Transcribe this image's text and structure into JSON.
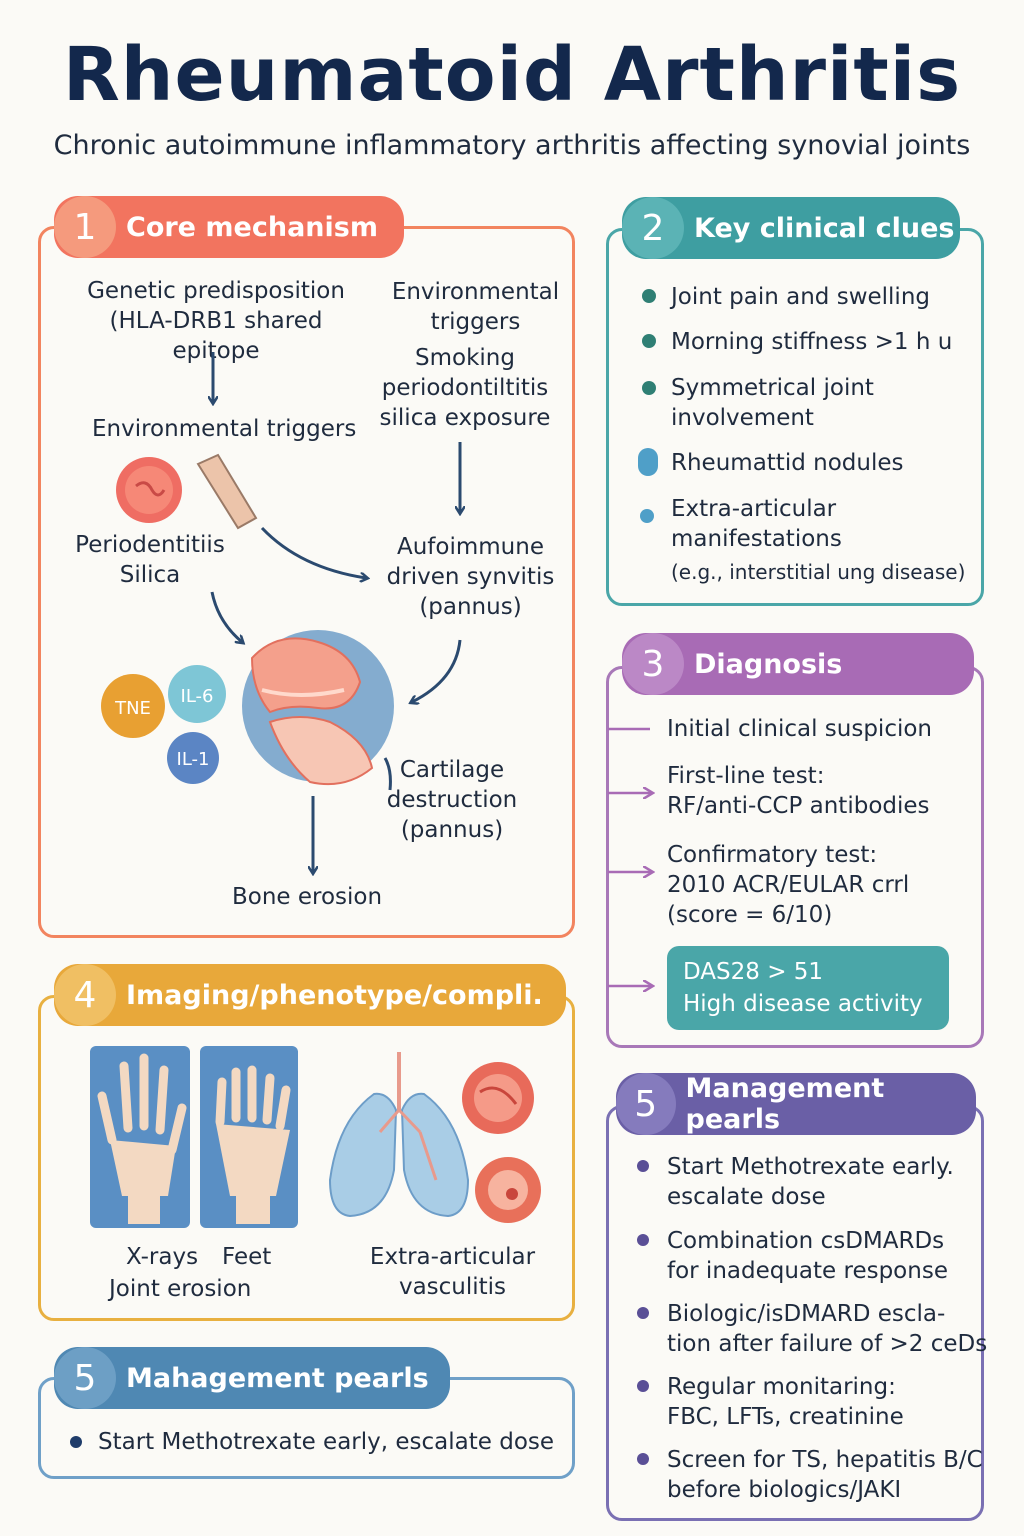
{
  "title": "Rheumatoid Arthritis",
  "subtitle": "Chronic autoimmune inflammatory arthritis affecting synovial joints",
  "colors": {
    "s1": "#f2745f",
    "s2": "#3e9ea1",
    "s3": "#a86bb5",
    "s4": "#e8a83a",
    "s5": "#6a5fa6",
    "s5b": "#4f88b3"
  },
  "s1": {
    "num": "1",
    "title": "Core mechanism",
    "genetic": [
      "Genetic predisposition",
      "(HLA-DRB1 shared epitope"
    ],
    "env_right": [
      "Environmental",
      "triggers"
    ],
    "env_right_list": [
      "Smoking",
      "periodontiltitis",
      "silica exposure"
    ],
    "env_left": "Environmental triggers",
    "perio": [
      "Periodentitiis",
      "Silica"
    ],
    "synovitis": [
      "Aufoimmune",
      "driven synvitis",
      "(pannus)"
    ],
    "cytokines": {
      "tnf": "TNE",
      "il6": "IL-6",
      "il1": "IL-1"
    },
    "cartilage": [
      "Cartilage",
      "destruction",
      "(pannus)"
    ],
    "bone": "Bone erosion"
  },
  "s2": {
    "num": "2",
    "title": "Key clinical clues",
    "items": [
      [
        "Joint pain and swelling"
      ],
      [
        "Morning stiffness >1 h u"
      ],
      [
        "Symmetrical  joint",
        "involvement"
      ],
      [
        "Rheumattid nodules"
      ],
      [
        "Extra-articular",
        "manifestations"
      ]
    ],
    "note": "(e.g., interstitial ung disease)"
  },
  "s3": {
    "num": "3",
    "title": "Diagnosis",
    "initial": "Initial clinical suspicion",
    "first": [
      "First-line test:",
      "RF/anti-CCP antibodies"
    ],
    "confirm": [
      "Confirmatory test:",
      "2010 ACR/EULAR crrl",
      "(score = 6/10)"
    ],
    "das": [
      "DAS28 > 51",
      "High disease activity"
    ]
  },
  "s4": {
    "num": "4",
    "title": "Imaging/phenotype/compli.",
    "xray": "X-rays",
    "feet": "Feet",
    "erosion": "Joint erosion",
    "extra": [
      "Extra-articular",
      "vasculitis"
    ]
  },
  "s5": {
    "num": "5",
    "title": "Management pearls",
    "items": [
      [
        "Start Methotrexate early.",
        "escalate dose"
      ],
      [
        "Combination csDMARDs",
        "for inadequate response"
      ],
      [
        "Biologic/isDMARD escla-",
        "tion after failure of >2 ceDs"
      ],
      [
        "Regular monitaring:",
        "FBC, LFTs, creatinine"
      ],
      [
        "Screen for TS, hepatitis B/C",
        "before biologics/JAKI"
      ]
    ]
  },
  "s5b": {
    "num": "5",
    "title": "Mahagement pearls",
    "item": "Start Methotrexate early, escalate dose"
  }
}
